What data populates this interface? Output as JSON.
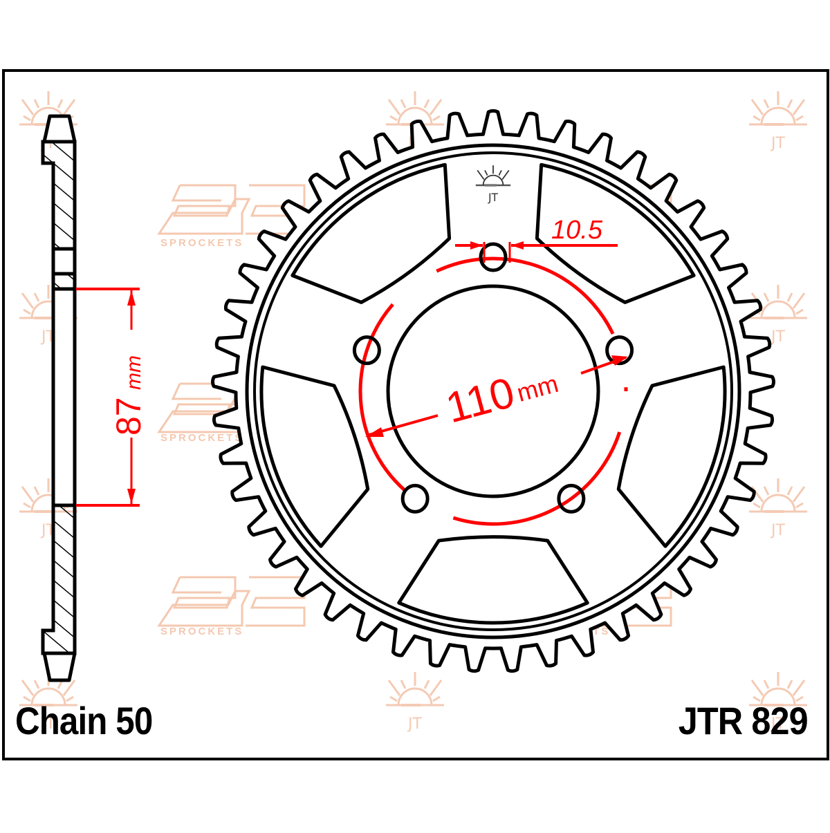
{
  "diagram": {
    "type": "rear sprocket technical drawing",
    "part_number": "JTR 829",
    "chain_label": "Chain 50",
    "tooth_count_drawn": 45,
    "dimensions": {
      "pcd": {
        "value": "110",
        "unit": "mm",
        "description": "bolt pitch circle diameter"
      },
      "center_bore": {
        "value": "87",
        "unit": "mm",
        "description": "center bore diameter (side view)"
      },
      "bolt_hole": {
        "value": "10.5",
        "unit": "",
        "description": "bolt hole diameter"
      }
    },
    "bolt_holes": 5,
    "spoke_windows": 5,
    "watermark": {
      "brand_text": "SPROCKETS",
      "logo": "jt-logo",
      "sun_logo": "sun-logo",
      "color": "#f4c8b0"
    },
    "colors": {
      "outline": "#000000",
      "dimension": "#ff0000",
      "watermark": "#f4c8b0",
      "background": "#ffffff"
    }
  }
}
